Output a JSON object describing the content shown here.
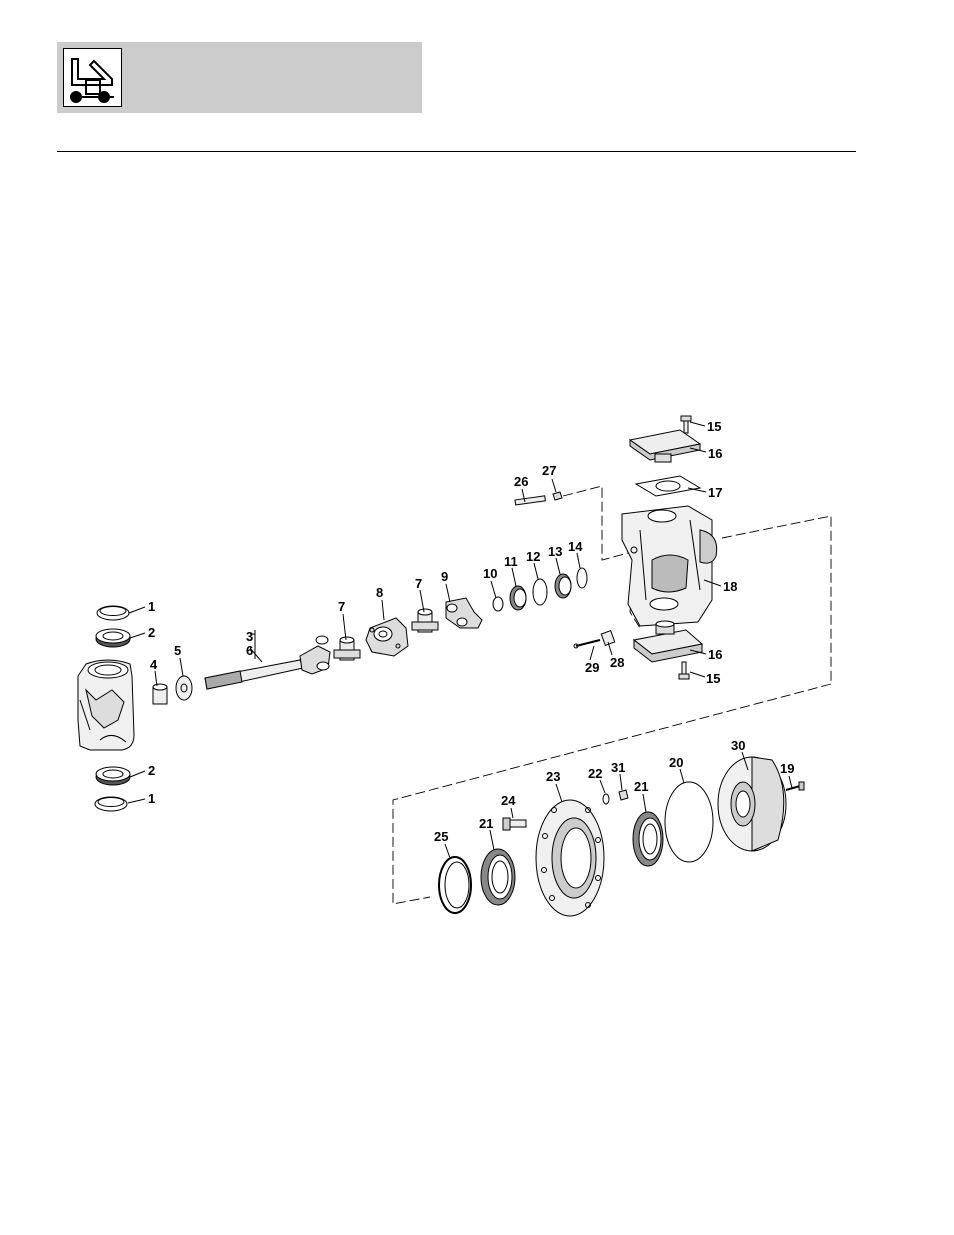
{
  "header": {
    "icon": "loader-operator-icon"
  },
  "callouts": {
    "c1a": "1",
    "c2a": "2",
    "c3": "3",
    "c6": "6",
    "c4": "4",
    "c5": "5",
    "c7a": "7",
    "c8": "8",
    "c7b": "7",
    "c9": "9",
    "c10": "10",
    "c11": "11",
    "c12": "12",
    "c13": "13",
    "c14": "14",
    "c26": "26",
    "c27": "27",
    "c15a": "15",
    "c16a": "16",
    "c17": "17",
    "c18": "18",
    "c29": "29",
    "c28": "28",
    "c16b": "16",
    "c15b": "15",
    "c2b": "2",
    "c1b": "1",
    "c25": "25",
    "c21a": "21",
    "c24": "24",
    "c23": "23",
    "c22": "22",
    "c31": "31",
    "c21b": "21",
    "c20": "20",
    "c30": "30",
    "c19": "19"
  }
}
